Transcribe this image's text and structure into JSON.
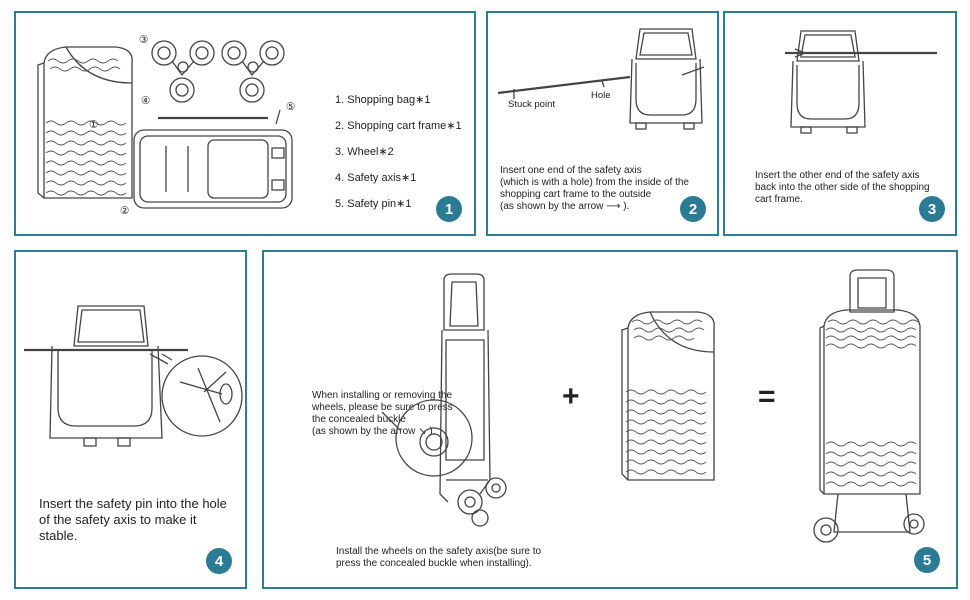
{
  "steps": [
    {
      "number": "1"
    },
    {
      "number": "2"
    },
    {
      "number": "3"
    },
    {
      "number": "4"
    },
    {
      "number": "5"
    }
  ],
  "parts_list": [
    "1. Shopping bag∗1",
    "2. Shopping cart frame∗1",
    "3. Wheel∗2",
    "4. Safety axis∗1",
    "5. Safety pin∗1"
  ],
  "callouts": {
    "c1": "①",
    "c2": "②",
    "c3": "③",
    "c4": "④",
    "c5": "⑤"
  },
  "step2": {
    "stuck_point_label": "Stuck point",
    "hole_label": "Hole",
    "instruction": "Insert one end of the safety axis\n(which is with a hole) from the inside of the\nshopping cart frame to the outside\n(as shown by the arrow ⟶ )."
  },
  "step3": {
    "instruction": "Insert the other end of the safety axis\nback into the other side of the shopping\n cart frame."
  },
  "step4": {
    "instruction": "Insert the safety pin into the hole of the safety axis to make it stable."
  },
  "step5": {
    "buckle_note": "When installing or removing the\nwheels, please be sure to press\nthe concealed buckle\n(as shown by the arrow ↘ ).",
    "install_note": "Install the wheels on the safety axis(be sure to\npress the concealed buckle when installing).",
    "plus": "+",
    "equals": "="
  }
}
